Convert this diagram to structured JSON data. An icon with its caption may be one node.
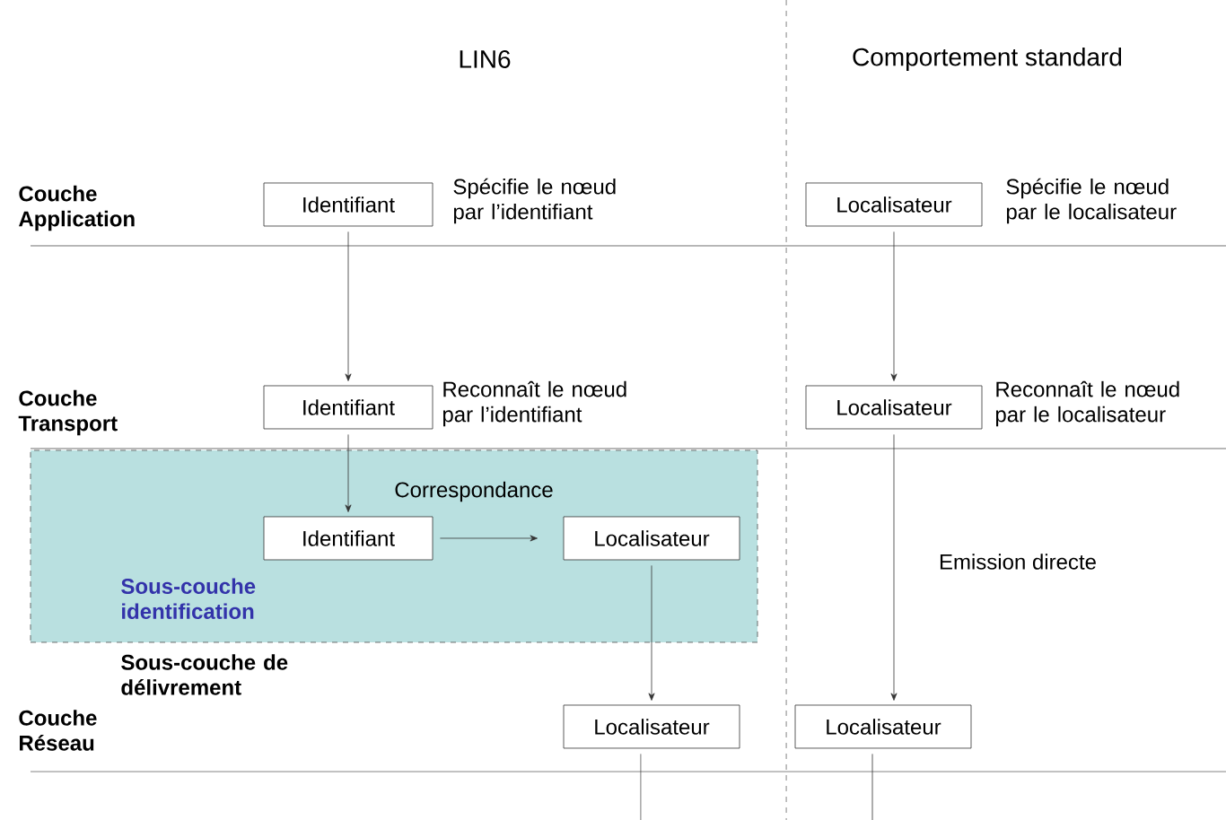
{
  "diagram": {
    "nodes": [
      {
        "text": [
          "Identifiant"
        ],
        "beside": [
          "Spécifie le nœud par l’identifiant"
        ]
      },
      {
        "text": [
          "Localisateur"
        ],
        "beside": [
          "Spécifie le nœud par le localisateur"
        ]
      },
      {
        "text": [
          "Identifiant"
        ],
        "beside": [
          "Reconnaît le nœud par l’identifiant"
        ]
      },
      {
        "text": [
          "Localisateur"
        ],
        "beside": [
          "Reconnaît le nœud par le localisateur"
        ]
      },
      {
        "text": [
          "Sous-couche identification"
        ]
      },
      {
        "text": [
          "Identifiant"
        ],
        "in": 4
      },
      {
        "text": [
          "Localisateur"
        ],
        "in": 4
      },
      {
        "text": [
          "Localisateur"
        ]
      },
      {
        "text": [
          "Localisateur"
        ]
      }
    ],
    "edges": [
      {
        "from": 0,
        "to": 2,
        "arrow": "to"
      },
      {
        "from": 1,
        "to": 3,
        "arrow": "to"
      },
      {
        "from": 2,
        "to": 5,
        "arrow": "to"
      },
      {
        "from": 5,
        "to": 6,
        "arrow": "to",
        "label": "Correspondance"
      },
      {
        "from": 6,
        "to": 7,
        "arrow": "to"
      },
      {
        "from": 3,
        "to": 8,
        "arrow": "to",
        "label": "Emission directe"
      },
      {
        "from": 7,
        "to": null,
        "arrow": "none"
      },
      {
        "from": 8,
        "to": null,
        "arrow": "none"
      }
    ],
    "labels": [
      "LIN6",
      "Comportement standard",
      "Couche Application",
      "Couche Transport",
      "Sous-couche de délivrement",
      "Couche Réseau"
    ]
  }
}
